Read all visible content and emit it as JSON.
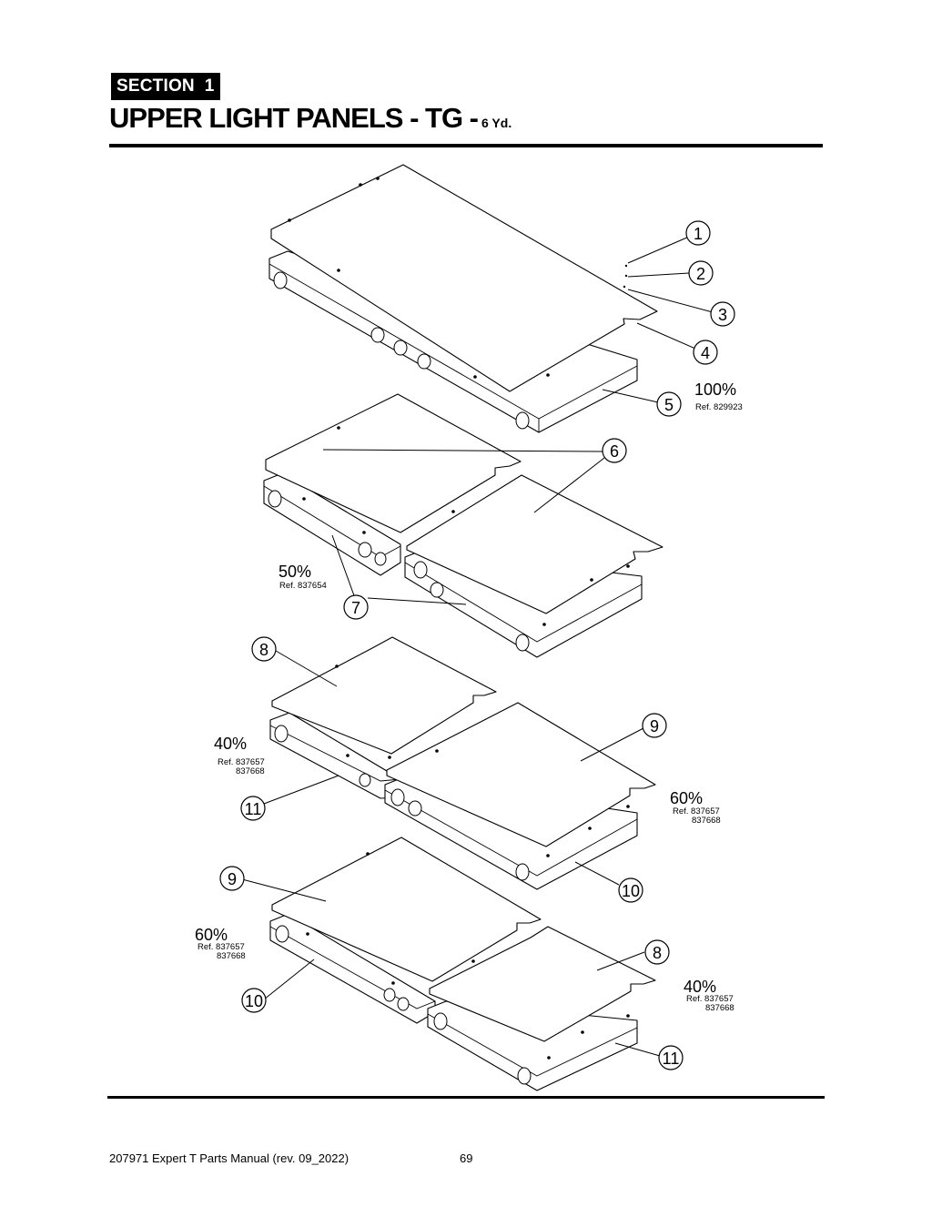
{
  "header": {
    "section_label": "SECTION  1",
    "title": "UPPER LIGHT PANELS - TG -",
    "title_suffix": "6 Yd."
  },
  "diagram": {
    "callouts": [
      "1",
      "2",
      "3",
      "4",
      "5",
      "6",
      "7",
      "8",
      "9",
      "11",
      "10",
      "9",
      "8",
      "10",
      "11"
    ],
    "groups": [
      {
        "percent": "100%",
        "ref": [
          "Ref. 829923"
        ]
      },
      {
        "percent": "50%",
        "ref": [
          "Ref. 837654"
        ]
      },
      {
        "percent": "40%",
        "ref": [
          "Ref. 837657",
          "837668"
        ]
      },
      {
        "percent": "60%",
        "ref": [
          "Ref. 837657",
          "837668"
        ]
      },
      {
        "percent": "60%",
        "ref": [
          "Ref. 837657",
          "837668"
        ]
      },
      {
        "percent": "40%",
        "ref": [
          "Ref. 837657",
          "837668"
        ]
      }
    ]
  },
  "footer": {
    "manual": "207971 Expert T Parts Manual (rev. 09_2022)",
    "page_number": "69"
  }
}
